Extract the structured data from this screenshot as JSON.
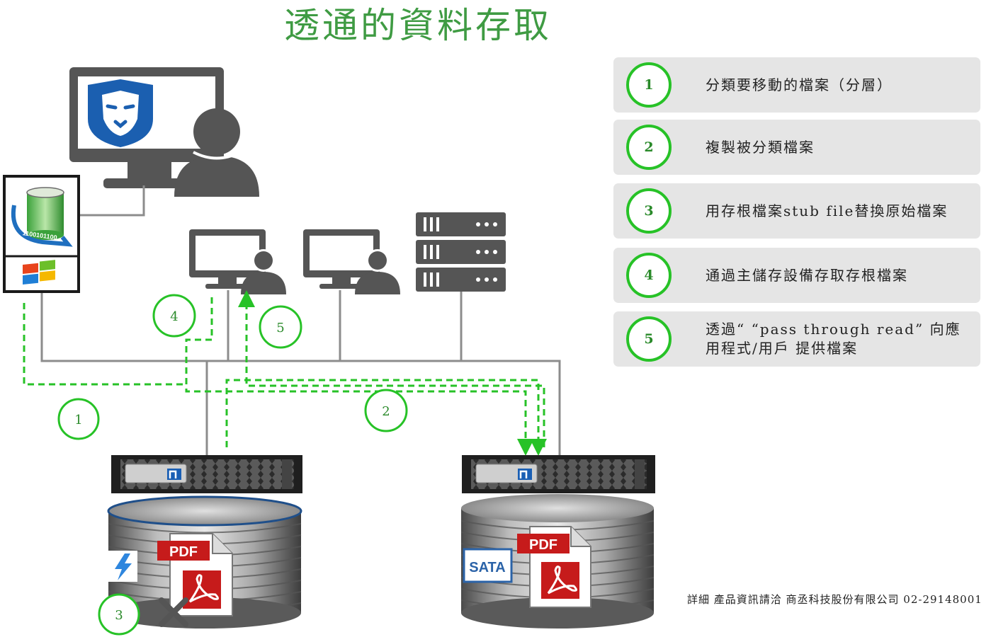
{
  "title": "透通的資料存取",
  "steps": [
    {
      "num": "1",
      "text": "分類要移動的檔案（分層）"
    },
    {
      "num": "2",
      "text": "複製被分類檔案"
    },
    {
      "num": "3",
      "text": "用存根檔案stub file替換原始檔案"
    },
    {
      "num": "4",
      "text": "通過主儲存設備存取存根檔案"
    },
    {
      "num": "5",
      "text": "透過“ “pass through read” 向應用程式/用戶 提供檔案"
    }
  ],
  "diagram": {
    "flow_labels": [
      "1",
      "2",
      "3",
      "4",
      "5"
    ],
    "app_icon_text": "1100101100",
    "pdf_label": "PDF",
    "sata_label": "SATA",
    "icons": [
      "monitor-icon",
      "lion-logo-icon",
      "user-icon",
      "server-rack-icon",
      "database-icon",
      "windows-logo-icon",
      "storage-array-icon",
      "disk-cylinder-icon",
      "pdf-file-icon",
      "flash-icon",
      "delete-x-icon"
    ]
  },
  "colors": {
    "title": "#3f9b43",
    "flow_line": "#27c227",
    "network_line": "#8c8c8c",
    "box_bg": "#e5e5e5"
  },
  "footer": "詳細 產品資訊請洽 商丞科技股份有限公司 02-29148001"
}
